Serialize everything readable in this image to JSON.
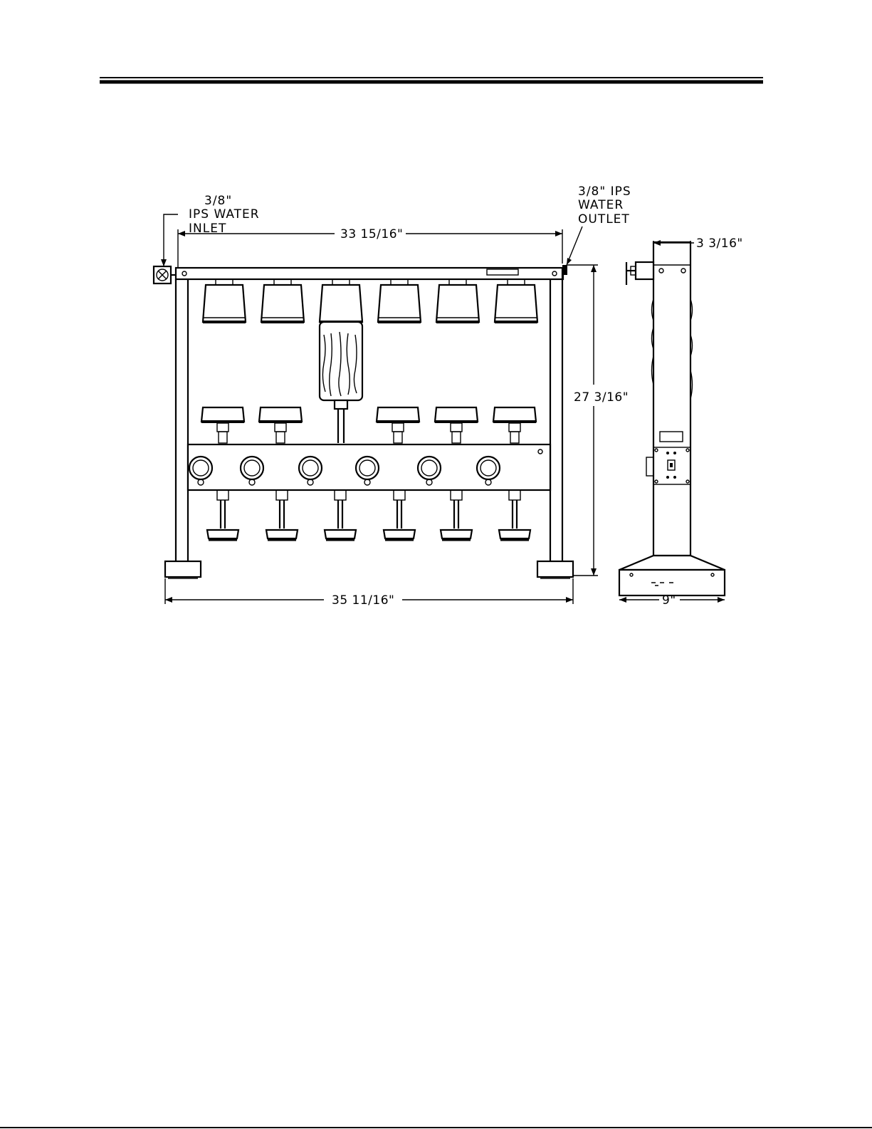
{
  "labels": {
    "inlet": [
      "3/8\"",
      "IPS WATER",
      "INLET"
    ],
    "outlet": [
      "3/8\" IPS",
      "WATER",
      "OUTLET"
    ]
  },
  "dimensions": {
    "top_width": "33  15/16\"",
    "bottom_width": "35  11/16\"",
    "height": "27  3/16\"",
    "side_depth": "3  3/16\"",
    "base_depth": "9\""
  }
}
